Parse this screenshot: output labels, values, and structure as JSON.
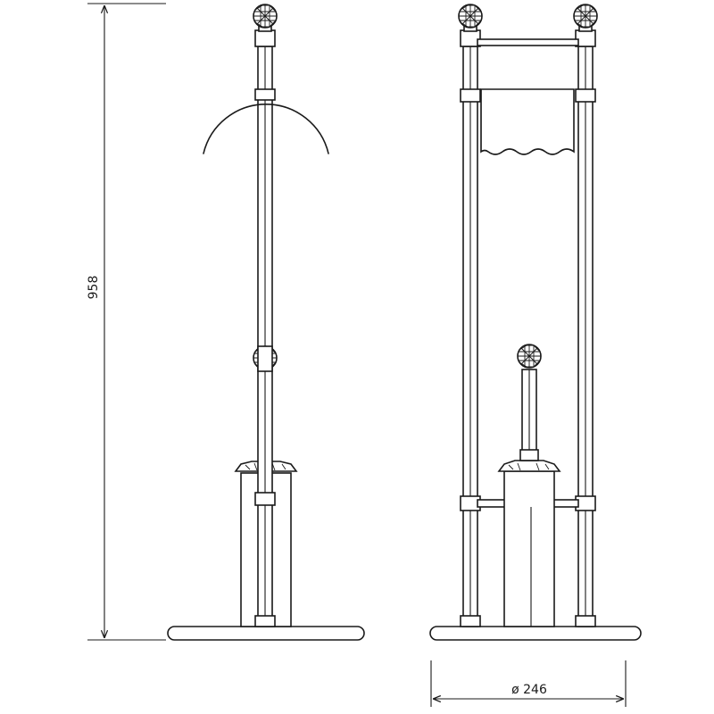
{
  "dimensions": {
    "height_label": "958",
    "diameter_label": "ø 246"
  },
  "views": {
    "side": "side-view",
    "front": "front-view"
  }
}
